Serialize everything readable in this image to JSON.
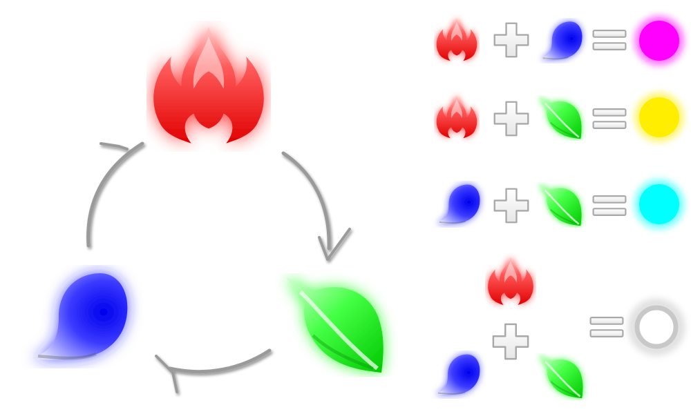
{
  "elements": {
    "fire": {
      "name": "fire",
      "color": "#ff1a1a"
    },
    "water": {
      "name": "water",
      "color": "#1a1aff"
    },
    "leaf": {
      "name": "leaf",
      "color": "#1aff1a"
    }
  },
  "cycle": {
    "order": [
      "fire",
      "leaf",
      "water"
    ],
    "arrow_color": "#9a9a9a"
  },
  "combinations": [
    {
      "inputs": [
        "fire",
        "water"
      ],
      "result": {
        "color": "#ff00ff",
        "label": ""
      }
    },
    {
      "inputs": [
        "fire",
        "leaf"
      ],
      "result": {
        "color": "#ffee00",
        "label": ""
      }
    },
    {
      "inputs": [
        "water",
        "leaf"
      ],
      "result": {
        "color": "#00ffff",
        "label": ""
      }
    },
    {
      "inputs": [
        "fire",
        "water",
        "leaf"
      ],
      "result": {
        "color": "#ffffff",
        "ring_color": "#c8c8c8",
        "label": ""
      }
    }
  ],
  "operators": {
    "plus": "+",
    "equals": "="
  }
}
